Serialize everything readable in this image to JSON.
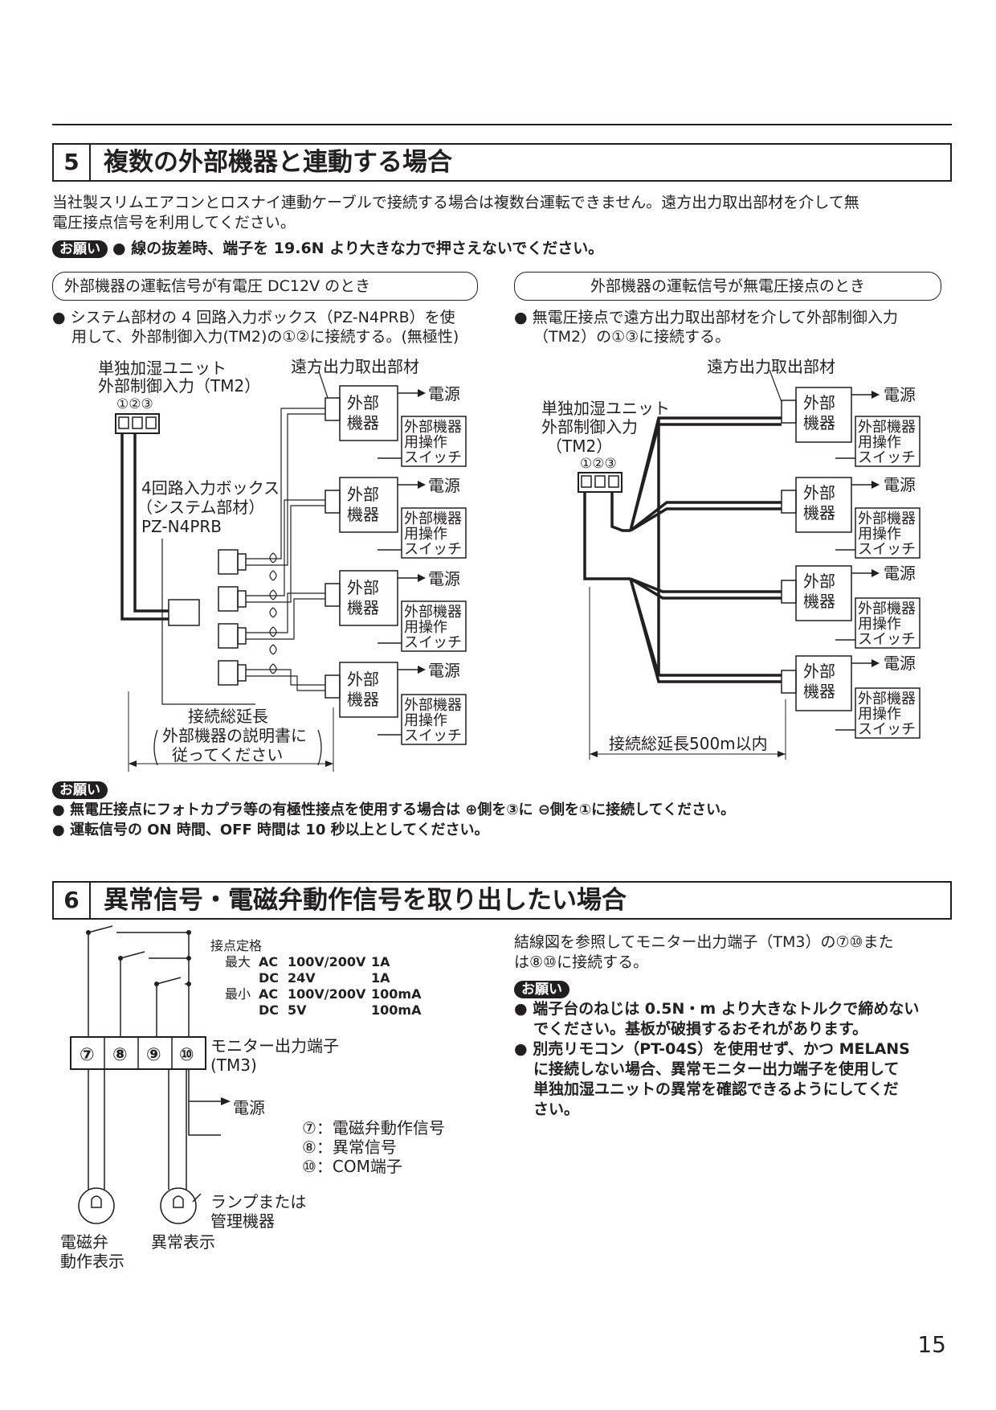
{
  "section5": {
    "number": "5",
    "title": "複数の外部機器と連動する場合",
    "intro_line1": "当社製スリムエアコンとロスナイ連動ケーブルで接続する場合は複数台運転できません。遠方出力取出部材を介して無",
    "intro_line2": "電圧接点信号を利用してください。",
    "onegai_label": "お願い",
    "notice": "● 線の抜差時、端子を 19.6N より大きな力で押さえないでください。",
    "left": {
      "heading": "外部機器の運転信号が有電圧 DC12V のとき",
      "bullet_line1": "● システム部材の 4 回路入力ボックス（PZ-N4PRB）を使",
      "bullet_line2": "用して、外部制御入力(TM2)の①②に接続する。(無極性)",
      "unit_label1": "単独加湿ユニット",
      "unit_label2": "外部制御入力（TM2）",
      "terminals": "①②③",
      "remote_label": "遠方出力取出部材",
      "box_label1": "4回路入力ボックス",
      "box_label2": "（システム部材）",
      "box_label3": "PZ-N4PRB",
      "device1": "外部",
      "device2": "機器",
      "power": "電源",
      "switch1": "外部機器",
      "switch2": "用操作",
      "switch3": "スイッチ",
      "length_label": "接続総延長",
      "length_note1": "外部機器の説明書に",
      "length_note2": "従ってください"
    },
    "right": {
      "heading": "外部機器の運転信号が無電圧接点のとき",
      "bullet_line1": "● 無電圧接点で遠方出力取出部材を介して外部制御入力",
      "bullet_line2": "（TM2）の①③に接続する。",
      "remote_label": "遠方出力取出部材",
      "unit_label1": "単独加湿ユニット",
      "unit_label2": "外部制御入力",
      "unit_label3": "（TM2）",
      "terminals": "①②③",
      "length_label": "接続総延長500m以内"
    },
    "notes_label": "お願い",
    "note1": "● 無電圧接点にフォトカプラ等の有極性接点を使用する場合は ⊕側を③に ⊖側を①に接続してください。",
    "note2": "● 運転信号の ON 時間、OFF 時間は 10 秒以上としてください。"
  },
  "section6": {
    "number": "6",
    "title": "異常信号・電磁弁動作信号を取り出したい場合",
    "rating_title": "接点定格",
    "rating_max": "最大",
    "rating_min": "最小",
    "r1a": "AC",
    "r1b": "100V/200V",
    "r1c": "1A",
    "r2a": "DC",
    "r2b": "24V",
    "r2c": "1A",
    "r3a": "AC",
    "r3b": "100V/200V",
    "r3c": "100mA",
    "r4a": "DC",
    "r4b": "5V",
    "r4c": "100mA",
    "terminals": [
      "⑦",
      "⑧",
      "⑨",
      "⑩"
    ],
    "monitor_label1": "モニター出力端子",
    "monitor_label2": "(TM3)",
    "power": "電源",
    "legend1": "⑦：電磁弁動作信号",
    "legend2": "⑧：異常信号",
    "legend3": "⑩：COM端子",
    "lamp_label1": "ランプまたは",
    "lamp_label2": "管理機器",
    "valve_label1": "電磁弁",
    "valve_label2": "動作表示",
    "error_label": "異常表示",
    "desc_line1": "結線図を参照してモニター出力端子（TM3）の⑦⑩また",
    "desc_line2": "は⑧⑩に接続する。",
    "onegai_label": "お願い",
    "b1_line1": "● 端子台のねじは 0.5N・m より大きなトルクで締めない",
    "b1_line2": "でください。基板が破損するおそれがあります。",
    "b2_line1": "● 別売リモコン（PT-04S）を使用せず、かつ MELANS",
    "b2_line2": "に接続しない場合、異常モニター出力端子を使用して",
    "b2_line3": "単独加湿ユニットの異常を確認できるようにしてくだ",
    "b2_line4": "さい。"
  },
  "page_number": "15"
}
